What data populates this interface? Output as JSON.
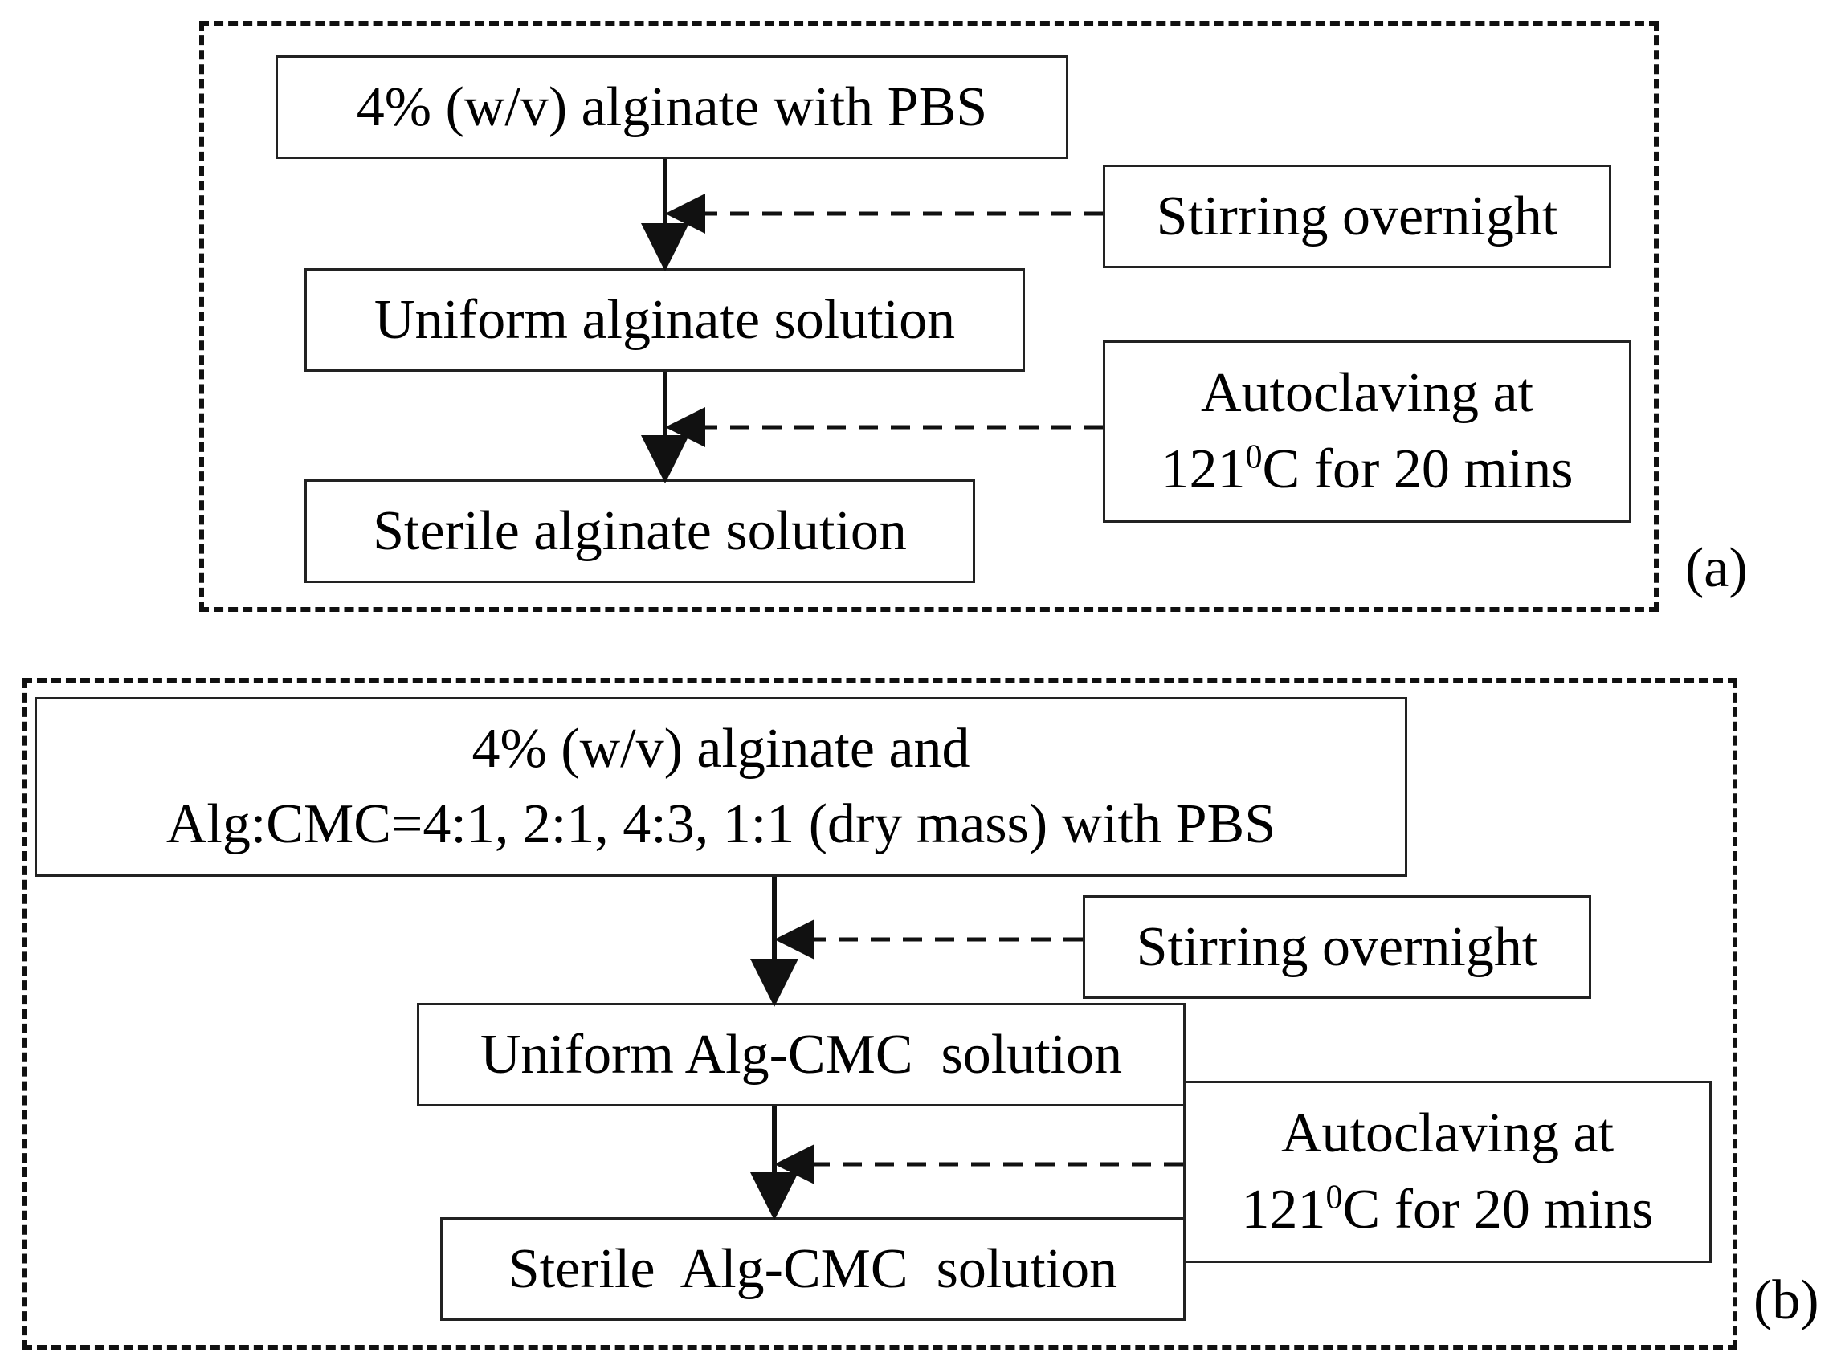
{
  "panel_a": {
    "label": "(a)",
    "step1": "4% (w/v) alginate with PBS",
    "step2": "Uniform alginate solution",
    "step3": "Sterile alginate solution",
    "process1": "Stirring overnight",
    "process2_line1": "Autoclaving at",
    "process2_temp": "121",
    "process2_sup": "0",
    "process2_rest": "C for 20 mins"
  },
  "panel_b": {
    "label": "(b)",
    "step1_line1": "4% (w/v) alginate and",
    "step1_line2": "Alg:CMC=4:1, 2:1, 4:3, 1:1 (dry mass) with PBS",
    "step2": "Uniform Alg-CMC  solution",
    "step3": "Sterile  Alg-CMC  solution",
    "process1": "Stirring overnight",
    "process2_line1": "Autoclaving at",
    "process2_temp": "121",
    "process2_sup": "0",
    "process2_rest": "C for 20 mins"
  }
}
